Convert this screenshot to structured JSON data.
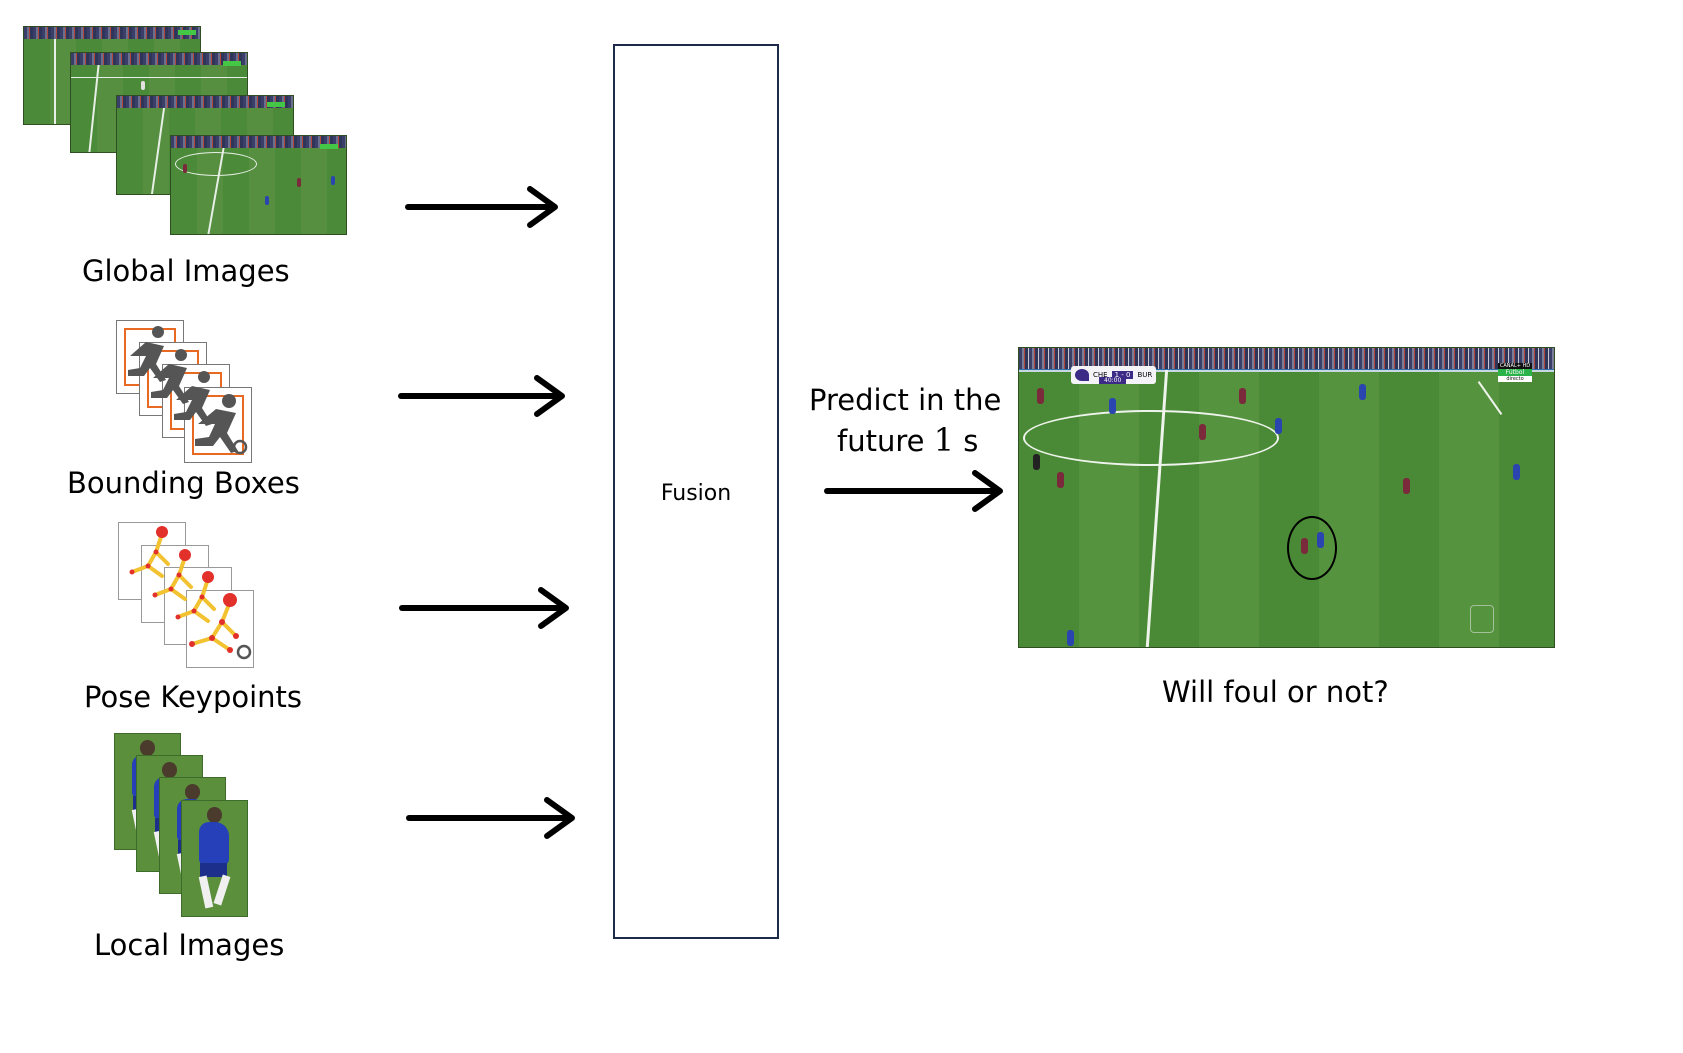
{
  "inputs": {
    "global_images": "Global Images",
    "bounding_boxes": "Bounding Boxes",
    "pose_keypoints": "Pose Keypoints",
    "local_images": "Local Images"
  },
  "fusion": "Fusion",
  "predict": {
    "line1": "Predict in the",
    "line2_word": "future",
    "line2_num": "1",
    "line2_unit": "s"
  },
  "question": "Will foul or not?",
  "scoreboard": {
    "home": "CHE",
    "score": "1 - 0",
    "away": "BUR",
    "time": "40:00",
    "channel": "CANAL+ HD",
    "brand": "Fútbol",
    "live": "directo"
  },
  "colors": {
    "pitch": "#4f8a3a",
    "bbox_orange": "#e86a22",
    "fusion_border": "#1e2a4a",
    "pose_joint": "#e2302a",
    "pose_limb": "#f2c230"
  }
}
